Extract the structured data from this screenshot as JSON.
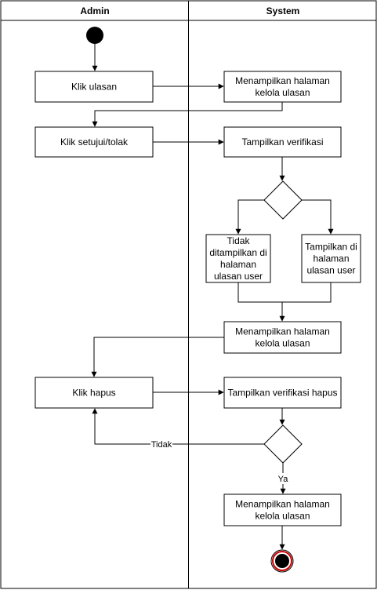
{
  "lanes": {
    "admin": "Admin",
    "system": "System"
  },
  "nodes": {
    "klik_ulasan": [
      "Klik ulasan"
    ],
    "tampil_kelola_1": [
      "Menampilkan halaman",
      "kelola ulasan"
    ],
    "klik_setujui": [
      "Klik setujui/tolak"
    ],
    "tampil_verifikasi": [
      "Tampilkan verifikasi"
    ],
    "tidak_ditampilkan": [
      "Tidak",
      "ditampilkan di",
      "halaman",
      "ulasan user"
    ],
    "tampilkan_di": [
      "Tampilkan di",
      "halaman",
      "ulasan user"
    ],
    "tampil_kelola_2": [
      "Menampilkan halaman",
      "kelola ulasan"
    ],
    "klik_hapus": [
      "Klik hapus"
    ],
    "tampil_verifikasi_hapus": [
      "Tampilkan verifikasi hapus"
    ],
    "tampil_kelola_3": [
      "Menampilkan halaman",
      "kelola ulasan"
    ]
  },
  "edge_labels": {
    "tidak": "Tidak",
    "ya": "Ya"
  },
  "colors": {
    "stroke": "#000000",
    "start_fill": "#000000",
    "end_ring": "#cc0000"
  }
}
